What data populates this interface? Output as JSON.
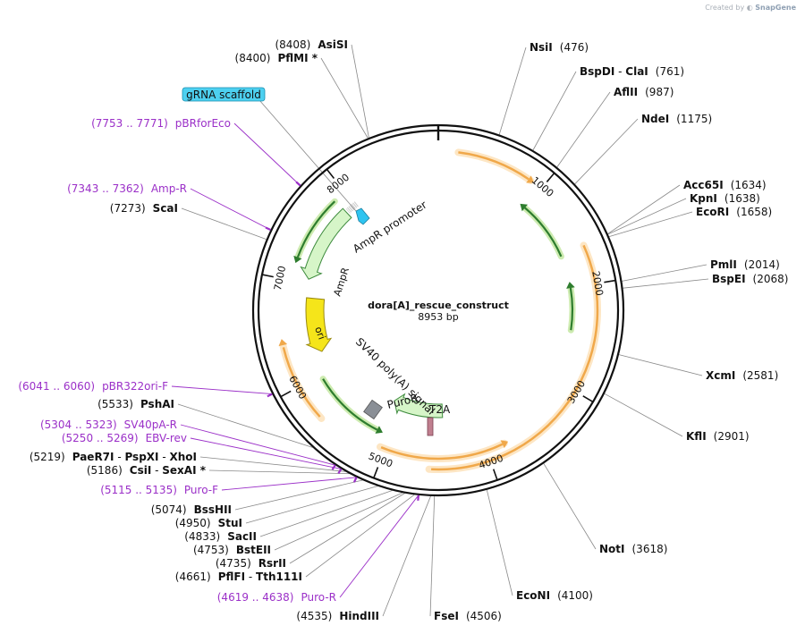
{
  "credit": {
    "prefix": "Created by",
    "brand": "SnapGene"
  },
  "plasmid": {
    "name": "dora[A]_rescue_construct",
    "size_label": "8953 bp",
    "length": 8953
  },
  "ticks": [
    {
      "bp": 1000,
      "label": "1000"
    },
    {
      "bp": 2000,
      "label": "2000"
    },
    {
      "bp": 3000,
      "label": "3000"
    },
    {
      "bp": 4000,
      "label": "4000"
    },
    {
      "bp": 5000,
      "label": "5000"
    },
    {
      "bp": 6000,
      "label": "6000"
    },
    {
      "bp": 7000,
      "label": "7000"
    },
    {
      "bp": 8000,
      "label": "8000"
    }
  ],
  "colors": {
    "orf_fill": "#f0a84a",
    "orf_glow": "#fde6c4",
    "cds_fill": "#2e7d2e",
    "cds_glow": "#cdebb0",
    "promoter": "#2ec4f0",
    "ori": "#f5e51a",
    "primer": "#9b30c8",
    "backbone": "#111111",
    "label_line": "#888888",
    "scaffold_bg": "#4dd0f0"
  },
  "sites": [
    {
      "pos": "(476)",
      "name": "NsiI",
      "side": "right"
    },
    {
      "pos": "(761)",
      "name": "BspDI",
      "extra": "ClaI",
      "side": "right"
    },
    {
      "pos": "(987)",
      "name": "AflII",
      "side": "right"
    },
    {
      "pos": "(1175)",
      "name": "NdeI",
      "side": "right"
    },
    {
      "pos": "(1634)",
      "name": "Acc65I",
      "side": "right"
    },
    {
      "pos": "(1638)",
      "name": "KpnI",
      "side": "right"
    },
    {
      "pos": "(1658)",
      "name": "EcoRI",
      "side": "right"
    },
    {
      "pos": "(2014)",
      "name": "PmlI",
      "side": "right"
    },
    {
      "pos": "(2068)",
      "name": "BspEI",
      "side": "right"
    },
    {
      "pos": "(2581)",
      "name": "XcmI",
      "side": "right"
    },
    {
      "pos": "(2901)",
      "name": "KflI",
      "side": "right"
    },
    {
      "pos": "(3618)",
      "name": "NotI",
      "side": "right"
    },
    {
      "pos": "(4100)",
      "name": "EcoNI",
      "side": "right"
    },
    {
      "pos": "(4506)",
      "name": "FseI",
      "side": "right"
    },
    {
      "pos": "(4535)",
      "name": "HindIII",
      "side": "left"
    },
    {
      "pos": "(4661)",
      "name": "PflFI",
      "extra": "Tth111I",
      "side": "left"
    },
    {
      "pos": "(4735)",
      "name": "RsrII",
      "side": "left"
    },
    {
      "pos": "(4753)",
      "name": "BstEII",
      "side": "left"
    },
    {
      "pos": "(4833)",
      "name": "SacII",
      "side": "left"
    },
    {
      "pos": "(4950)",
      "name": "StuI",
      "side": "left"
    },
    {
      "pos": "(5074)",
      "name": "BssHII",
      "side": "left"
    },
    {
      "pos": "(5186)",
      "name": "CsiI",
      "extra": "SexAI *",
      "side": "left"
    },
    {
      "pos": "(5219)",
      "name": "PaeR7I",
      "extra": "PspXI",
      "extra2": "XhoI",
      "side": "left"
    },
    {
      "pos": "(5533)",
      "name": "PshAI",
      "side": "left"
    },
    {
      "pos": "(7273)",
      "name": "ScaI",
      "side": "left"
    },
    {
      "pos": "(8400)",
      "name": "PflMI *",
      "side": "left"
    },
    {
      "pos": "(8408)",
      "name": "AsiSI",
      "side": "left"
    }
  ],
  "primers": [
    {
      "range": "(7753 .. 7771)",
      "name": "pBRforEco",
      "bp": 7762
    },
    {
      "range": "(7343 .. 7362)",
      "name": "Amp-R",
      "bp": 7352
    },
    {
      "range": "(6041 .. 6060)",
      "name": "pBR322ori-F",
      "bp": 6050
    },
    {
      "range": "(5304 .. 5323)",
      "name": "SV40pA-R",
      "bp": 5313
    },
    {
      "range": "(5250 .. 5269)",
      "name": "EBV-rev",
      "bp": 5259
    },
    {
      "range": "(5115 .. 5135)",
      "name": "Puro-F",
      "bp": 5125
    },
    {
      "range": "(4619 .. 4638)",
      "name": "Puro-R",
      "bp": 4628
    }
  ],
  "features": {
    "gRNA_scaffold": "gRNA scaffold",
    "AmpR_promoter": "AmpR promoter",
    "AmpR": "AmpR",
    "ori": "ori",
    "SV40_polyA": "SV40 poly(A) signal",
    "PuroR": "PuroR",
    "T2A": "T2A"
  }
}
